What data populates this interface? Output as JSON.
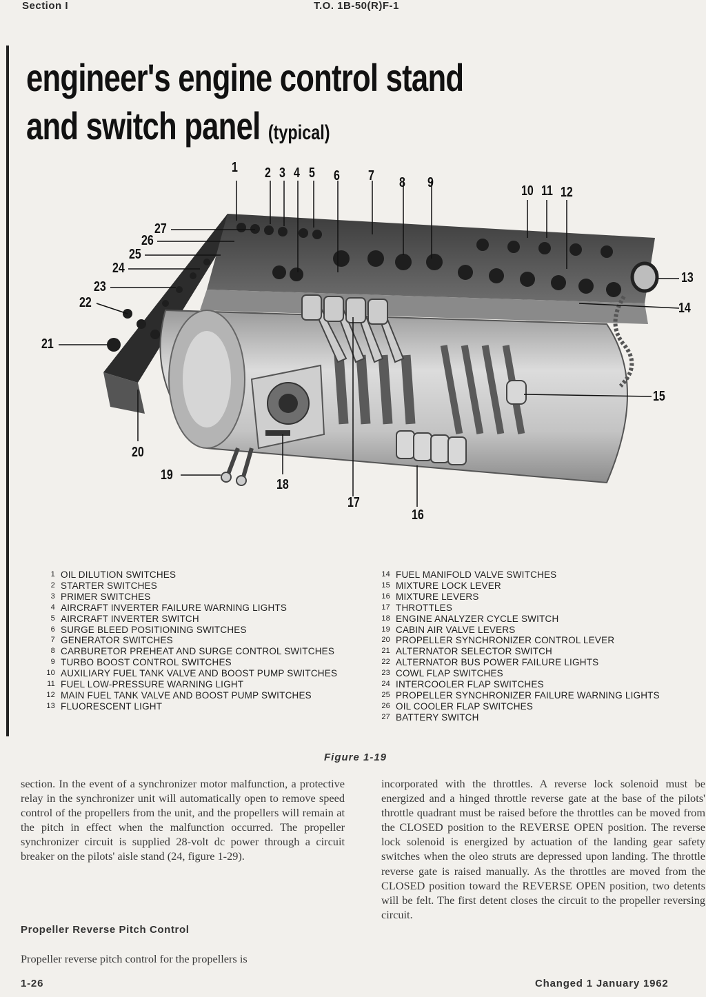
{
  "header": {
    "section": "Section I",
    "doc_number": "T.O. 1B-50(R)F-1"
  },
  "title": {
    "line1": "engineer's engine control stand",
    "line2": "and switch panel",
    "qualifier": "(typical)"
  },
  "figure": {
    "callouts": [
      "1",
      "2",
      "3",
      "4",
      "5",
      "6",
      "7",
      "8",
      "9",
      "10",
      "11",
      "12",
      "13",
      "14",
      "15",
      "16",
      "17",
      "18",
      "19",
      "20",
      "21",
      "22",
      "23",
      "24",
      "25",
      "26",
      "27"
    ]
  },
  "legend_left": [
    {
      "num": "1",
      "text": "OIL DILUTION SWITCHES"
    },
    {
      "num": "2",
      "text": "STARTER SWITCHES"
    },
    {
      "num": "3",
      "text": "PRIMER SWITCHES"
    },
    {
      "num": "4",
      "text": "AIRCRAFT INVERTER FAILURE WARNING LIGHTS"
    },
    {
      "num": "5",
      "text": "AIRCRAFT INVERTER SWITCH"
    },
    {
      "num": "6",
      "text": "SURGE BLEED POSITIONING SWITCHES"
    },
    {
      "num": "7",
      "text": "GENERATOR SWITCHES"
    },
    {
      "num": "8",
      "text": "CARBURETOR PREHEAT AND SURGE CONTROL SWITCHES"
    },
    {
      "num": "9",
      "text": "TURBO BOOST CONTROL SWITCHES"
    },
    {
      "num": "10",
      "text": "AUXILIARY FUEL TANK VALVE AND BOOST PUMP SWITCHES"
    },
    {
      "num": "11",
      "text": "FUEL LOW-PRESSURE WARNING LIGHT"
    },
    {
      "num": "12",
      "text": "MAIN FUEL TANK VALVE AND BOOST PUMP SWITCHES"
    },
    {
      "num": "13",
      "text": "FLUORESCENT LIGHT"
    }
  ],
  "legend_right": [
    {
      "num": "14",
      "text": "FUEL MANIFOLD VALVE SWITCHES"
    },
    {
      "num": "15",
      "text": "MIXTURE LOCK LEVER"
    },
    {
      "num": "16",
      "text": "MIXTURE LEVERS"
    },
    {
      "num": "17",
      "text": "THROTTLES"
    },
    {
      "num": "18",
      "text": "ENGINE ANALYZER CYCLE SWITCH"
    },
    {
      "num": "19",
      "text": "CABIN AIR VALVE LEVERS"
    },
    {
      "num": "20",
      "text": "PROPELLER SYNCHRONIZER CONTROL LEVER"
    },
    {
      "num": "21",
      "text": "ALTERNATOR SELECTOR SWITCH"
    },
    {
      "num": "22",
      "text": "ALTERNATOR BUS POWER FAILURE LIGHTS"
    },
    {
      "num": "23",
      "text": "COWL FLAP SWITCHES"
    },
    {
      "num": "24",
      "text": "INTERCOOLER FLAP SWITCHES"
    },
    {
      "num": "25",
      "text": "PROPELLER SYNCHRONIZER FAILURE WARNING LIGHTS"
    },
    {
      "num": "26",
      "text": "OIL COOLER FLAP SWITCHES"
    },
    {
      "num": "27",
      "text": "BATTERY SWITCH"
    }
  ],
  "caption": "Figure 1-19",
  "body": {
    "col1_p1": "section. In the event of a synchronizer motor malfunction, a protective relay in the synchronizer unit will automatically open to remove speed control of the propellers from the unit, and the propellers will remain at the pitch in effect when the malfunction occurred. The propeller synchronizer circuit is supplied 28-volt dc power through a circuit breaker on the pilots' aisle stand (24, figure 1-29).",
    "subhead": "Propeller Reverse Pitch Control",
    "col1_p2": "Propeller reverse pitch control for the propellers is",
    "col2_p1": "incorporated with the throttles. A reverse lock solenoid must be energized and a hinged throttle reverse gate at the base of the pilots' throttle quadrant must be raised before the throttles can be moved from the CLOSED position to the REVERSE OPEN position. The reverse lock solenoid is energized by actuation of the landing gear safety switches when the oleo struts are depressed upon landing. The throttle reverse gate is raised manually. As the throttles are moved from the CLOSED position toward the REVERSE OPEN position, two detents will be felt. The first detent closes the circuit to the propeller reversing circuit."
  },
  "footer": {
    "page": "1-26",
    "change": "Changed 1 January 1962"
  }
}
